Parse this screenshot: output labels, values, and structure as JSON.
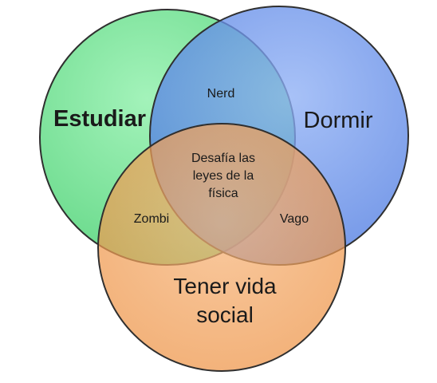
{
  "venn": {
    "sets": {
      "study": {
        "label": "Estudiar",
        "color": "#4fdc7d"
      },
      "sleep": {
        "label": "Dormir",
        "color": "#4f7fe8"
      },
      "social": {
        "label": "Tener vida social",
        "line1": "Tener vida",
        "line2": "social",
        "color": "#f29a4d"
      }
    },
    "intersections": {
      "study_sleep": "Nerd",
      "study_social": "Zombi",
      "sleep_social": "Vago",
      "all": {
        "line1": "Desafía las",
        "line2": "leyes de la",
        "line3": "física"
      }
    },
    "outline_color": "#2f2f2f"
  }
}
